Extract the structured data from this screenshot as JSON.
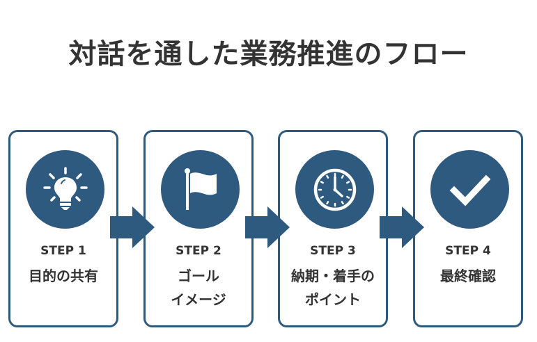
{
  "title": "対話を通した業務推進のフロー",
  "colors": {
    "accent": "#2f5a80",
    "text": "#333333",
    "background": "#ffffff"
  },
  "steps": [
    {
      "step": "STEP 1",
      "label_lines": [
        "目的の共有"
      ],
      "icon": "lightbulb-icon"
    },
    {
      "step": "STEP 2",
      "label_lines": [
        "ゴール",
        "イメージ"
      ],
      "icon": "flag-icon"
    },
    {
      "step": "STEP 3",
      "label_lines": [
        "納期・着手の",
        "ポイント"
      ],
      "icon": "clock-icon"
    },
    {
      "step": "STEP 4",
      "label_lines": [
        "最終確認"
      ],
      "icon": "checkmark-icon"
    }
  ],
  "connector_icon": "arrow-right-icon"
}
